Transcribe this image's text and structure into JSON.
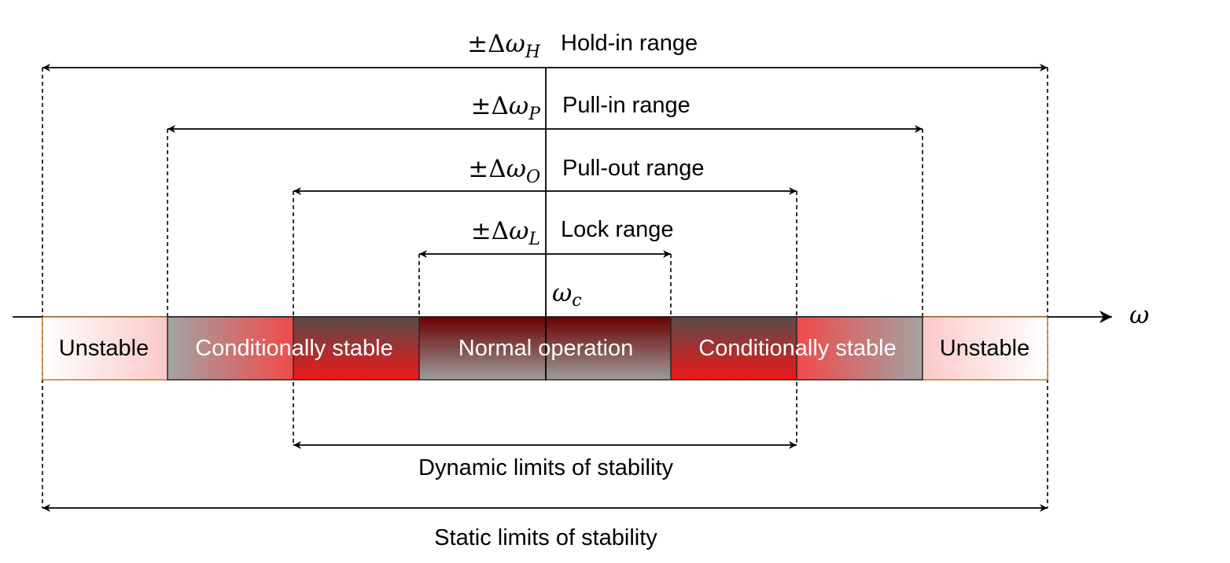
{
  "ranges": [
    {
      "id": "hold",
      "pm": "±",
      "delta": "Δ",
      "omega": "ω",
      "sub": "H",
      "label": "Hold-in range"
    },
    {
      "id": "pull",
      "pm": "±",
      "delta": "Δ",
      "omega": "ω",
      "sub": "P",
      "label": "Pull-in range"
    },
    {
      "id": "out",
      "pm": "±",
      "delta": "Δ",
      "omega": "ω",
      "sub": "O",
      "label": "Pull-out range"
    },
    {
      "id": "lock",
      "pm": "±",
      "delta": "Δ",
      "omega": "ω",
      "sub": "L",
      "label": "Lock range"
    }
  ],
  "center": {
    "omega": "ω",
    "sub": "c"
  },
  "axis": {
    "omega": "ω"
  },
  "segments": [
    {
      "label": "Unstable",
      "color": "#000000"
    },
    {
      "label": "Conditionally stable",
      "color": "#ffffff"
    },
    {
      "label": "Normal operation",
      "color": "#ffffff"
    },
    {
      "label": "Conditionally stable",
      "color": "#ffffff"
    },
    {
      "label": "Unstable",
      "color": "#000000"
    }
  ],
  "dynamic_label": "Dynamic limits of stability",
  "static_label": "Static limits of stability",
  "colors": {
    "red": "#ee1111",
    "dark_red": "#6b0000",
    "gray": "#9a9a9a",
    "pale_red": "#fbc8c8",
    "orange_border": "#b8741a"
  }
}
